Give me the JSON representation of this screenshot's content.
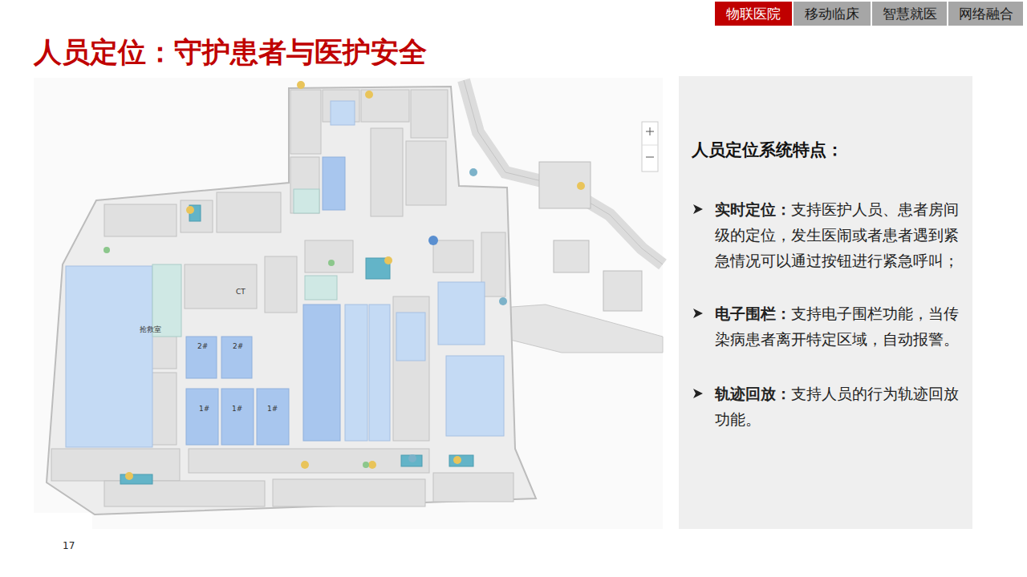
{
  "diagram": {
    "title": "人员定位：守护患者与医护安全",
    "nodes": [
      {
        "text": [
          "物联医院"
        ]
      },
      {
        "text": [
          "移动临床"
        ]
      },
      {
        "text": [
          "智慧就医"
        ]
      },
      {
        "text": [
          "网络融合"
        ]
      },
      {
        "text": [
          "人员定位系统特点：",
          "实时定位：",
          "支持医护人员、患者房间级的定位，发生医闹或者患者遇到紧急情况可以通过按钮进行紧急呼叫；",
          "电子围栏：",
          "支持电子围栏功能，当传染病患者离开特定区域，自动报警。",
          "轨迹回放：",
          "支持人员的行为轨迹回放功能。"
        ]
      }
    ],
    "labels": [
      "1#",
      "1#",
      "1#",
      "2#",
      "2#",
      "CT",
      "抢救室",
      "17"
    ]
  }
}
